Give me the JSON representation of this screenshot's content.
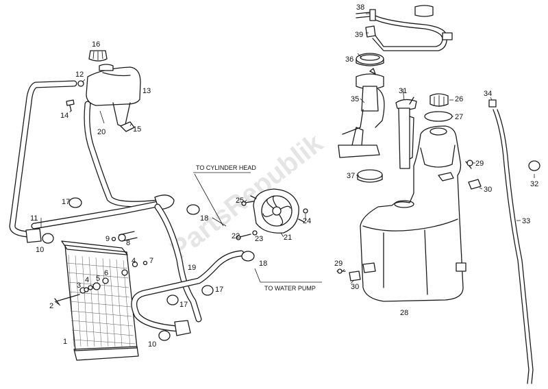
{
  "watermark": "PartsRepublik",
  "notes": {
    "cylinder_head": "TO CYLINDER HEAD",
    "water_pump": "TO WATER PUMP"
  },
  "labels": {
    "p1": "1",
    "p2": "2",
    "p3": "3",
    "p4a": "4",
    "p4b": "4",
    "p5": "5",
    "p6": "6",
    "p7": "7",
    "p8": "8",
    "p9": "9",
    "p10a": "10",
    "p10b": "10",
    "p11": "11",
    "p12": "12",
    "p13": "13",
    "p14": "14",
    "p15": "15",
    "p16": "16",
    "p17a": "17",
    "p17b": "17",
    "p17c": "17",
    "p18a": "18",
    "p18b": "18",
    "p19": "19",
    "p20": "20",
    "p21": "21",
    "p22": "22",
    "p23": "23",
    "p24": "24",
    "p25": "25",
    "p26": "26",
    "p27": "27",
    "p28": "28",
    "p29a": "29",
    "p29b": "29",
    "p30a": "30",
    "p30b": "30",
    "p31": "31",
    "p32": "32",
    "p33": "33",
    "p34": "34",
    "p35": "35",
    "p36": "36",
    "p37": "37",
    "p38": "38",
    "p39": "39"
  }
}
